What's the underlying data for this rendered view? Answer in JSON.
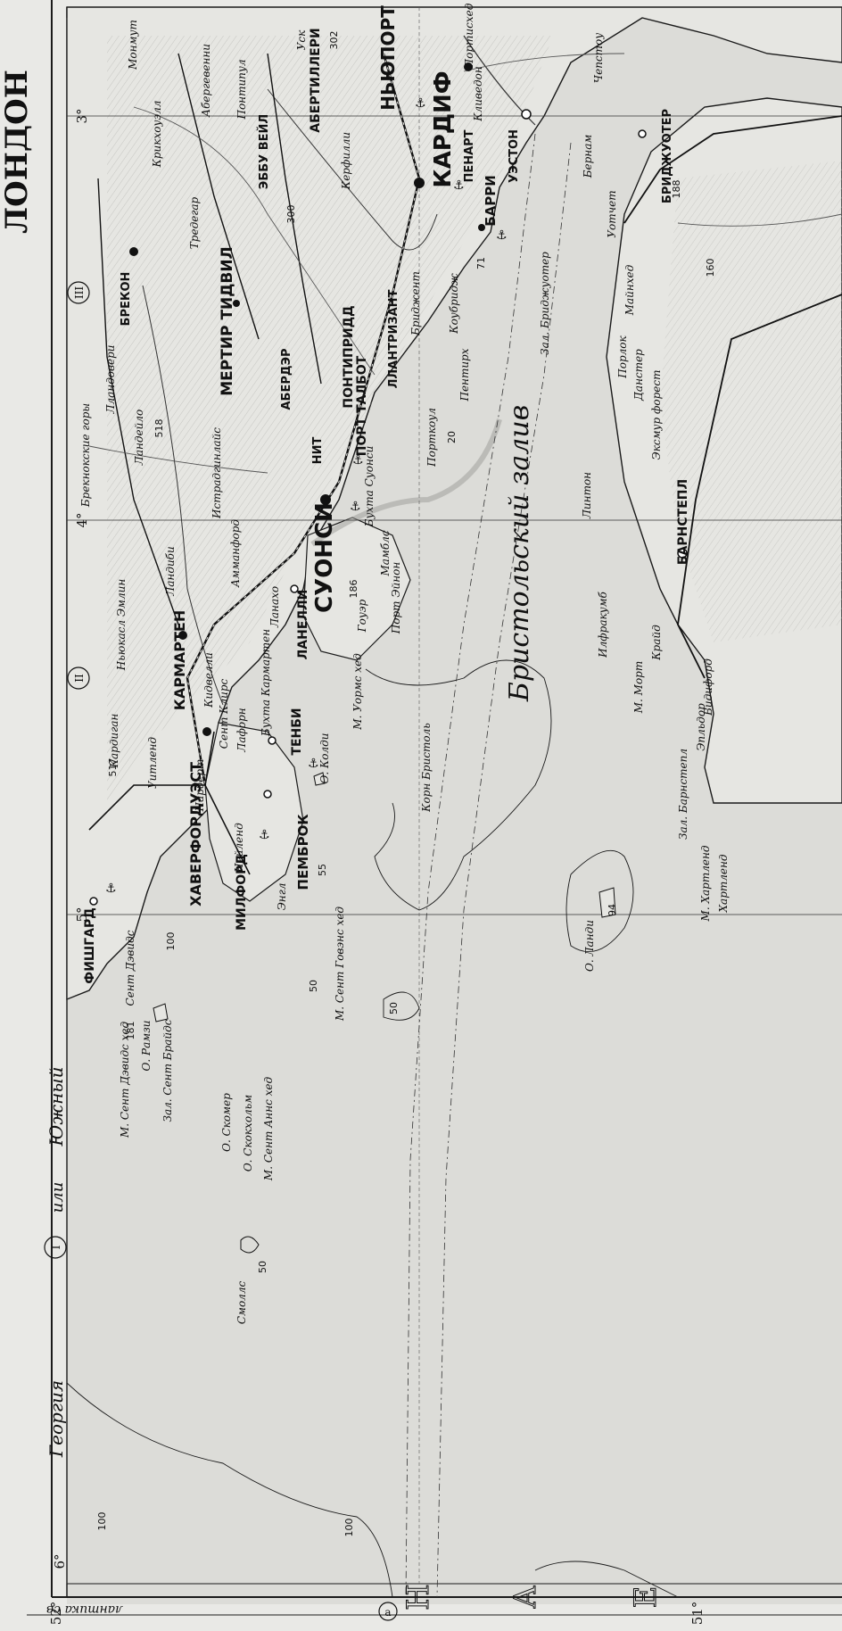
{
  "sheet": {
    "title": "ЛОНДОН",
    "roman_numerals": [
      "III",
      "II",
      "I"
    ],
    "bottom_marker": "а",
    "ocean_letters": [
      "Е",
      "А",
      "Н"
    ],
    "ocean_fragment": "лантика св",
    "colors": {
      "paper": "#e9e9e6",
      "sea": "#dcdcd8",
      "land": "#e6e6e2",
      "ink": "#1a1a1a"
    }
  },
  "frame_labels": {
    "lon_3": "3°",
    "lon_4": "4°",
    "lon_5": "5°",
    "lon_6": "6°",
    "lat_52": "52°",
    "lat_51": "51°",
    "southern_range_ru": "Южный",
    "ili": "или",
    "george_ru": "Георгия"
  },
  "cities": {
    "cardiff": "КАРДИФ",
    "newport": "НЬЮПОРТ",
    "swansea": "СУОНСИ",
    "llanelly": "ЛАНЕЛЛИ",
    "carmarthen": "КАРМАРТЕН",
    "pembroke": "ПЕМБРОК",
    "haverfordwest": "ХАВЕРФОРДУЭСТ",
    "milford": "МИЛФОРД",
    "fishguard": "ФИШГАРД",
    "tenby": "ТЕНБИ",
    "barry": "БАРРИ",
    "penarth": "ПЕНАРТ",
    "merthyr": "МЕРТИР ТИДВИЛ",
    "brecon": "БРЕКОН",
    "weston": "УЭСТОН",
    "bridgwater": "БРИДЖУОТЕР",
    "barnstaple": "БАРНСТЕПЛ",
    "pontypridd": "ПОНТИПРИДД",
    "port_talbot": "ПОРТ ТАЛБОТ",
    "abertillery": "АБЕРТИЛЛЕРИ",
    "neath": "НИТ",
    "aberdare": "АБЕРДЭР",
    "llantrisant": "ЛЛАНТРИЗАНТ",
    "ebbw_vale": "ЭББУ ВЕЙЛ"
  },
  "places": {
    "bristol_channel": "Бристольский залив",
    "brecon_beacons": "Брекнокские горы",
    "carmarthen_bay": "Бухта Кармартен",
    "swansea_bay": "Бухта Суонси",
    "bridgwater_bay": "Зал. Бриджуотер",
    "barnstaple_bay": "Зал. Барнстепл",
    "st_brides_bay": "Зал. Сент Брайдс",
    "lundy": "О. Ланди",
    "caldey": "О. Колди",
    "ramsey": "О. Рамзи",
    "skomer": "О. Скомер",
    "skokholm": "О. Скокхольм",
    "smalls": "Смоллс",
    "st_davids_head": "М. Сент Дэвидс хед",
    "st_anns_head": "М. Сент Аннс хед",
    "st_govans_head": "М. Сент Говэнс хед",
    "worms_head": "М. Уормс хед",
    "hartland": "М. Хартленд",
    "morte": "М. Морт",
    "bristol_corner": "Корн Бристоль",
    "st_davids": "Сент Дэвидс",
    "narberth": "Нарберт",
    "neyland": "Нейленд",
    "llandovery": "Лландовери",
    "llandeilo": "Ландейло",
    "llandybie": "Ландиби",
    "porthcawl": "Порткоул",
    "bridgend": "Бриджент",
    "cowbridge": "Коубридж",
    "nantyffyllon": "Пентирх",
    "minehead": "Майнхед",
    "watchet": "Уотчет",
    "porlock": "Порлок",
    "dunster": "Данстер",
    "exmoor": "Эксмур форест",
    "lynton": "Линтон",
    "ilfracombe": "Илфракумб",
    "croyde": "Крайд",
    "bideford": "Бидифорд",
    "appledore": "Эпльдор",
    "burnham": "Бернам",
    "clevedon": "Кливедон",
    "portishead": "Портисхед",
    "chepstow": "Чепстоу",
    "usk": "Уск",
    "abergavenny": "Абергевенни",
    "monmouth": "Монмут",
    "crickhowell": "Крикхоуэлл",
    "pontypool": "Понтипул",
    "caerphilly": "Керфилли",
    "tredegar": "Тредегар",
    "ystradgynlais": "Истрадгинлайс",
    "ammanford": "Амманфорд",
    "kidwelly": "Кидвелли",
    "laugharne": "Лафорн",
    "st_clears": "Сент Клирс",
    "whitland": "Уитленд",
    "newcastle_emlyn": "Ньюкасл Эмлин",
    "cardigan": "Кардиган",
    "mumbles": "Мамблс",
    "port_eynon": "Порт Эйнон",
    "gower": "Гоуэр",
    "llangennech": "Ланахо",
    "angle": "Энгл",
    "hartland_ft": "Хартленд"
  },
  "spot_heights": {
    "h302": "302",
    "h300": "300",
    "h518": "518",
    "h517": "517",
    "h186": "186",
    "h181": "181",
    "h100a": "100",
    "h100b": "100",
    "h100c": "100",
    "h50a": "50",
    "h50b": "50",
    "h50c": "50",
    "h55": "55",
    "h94": "94",
    "h71": "71",
    "h20": "20",
    "h188": "188",
    "h160": "160"
  }
}
